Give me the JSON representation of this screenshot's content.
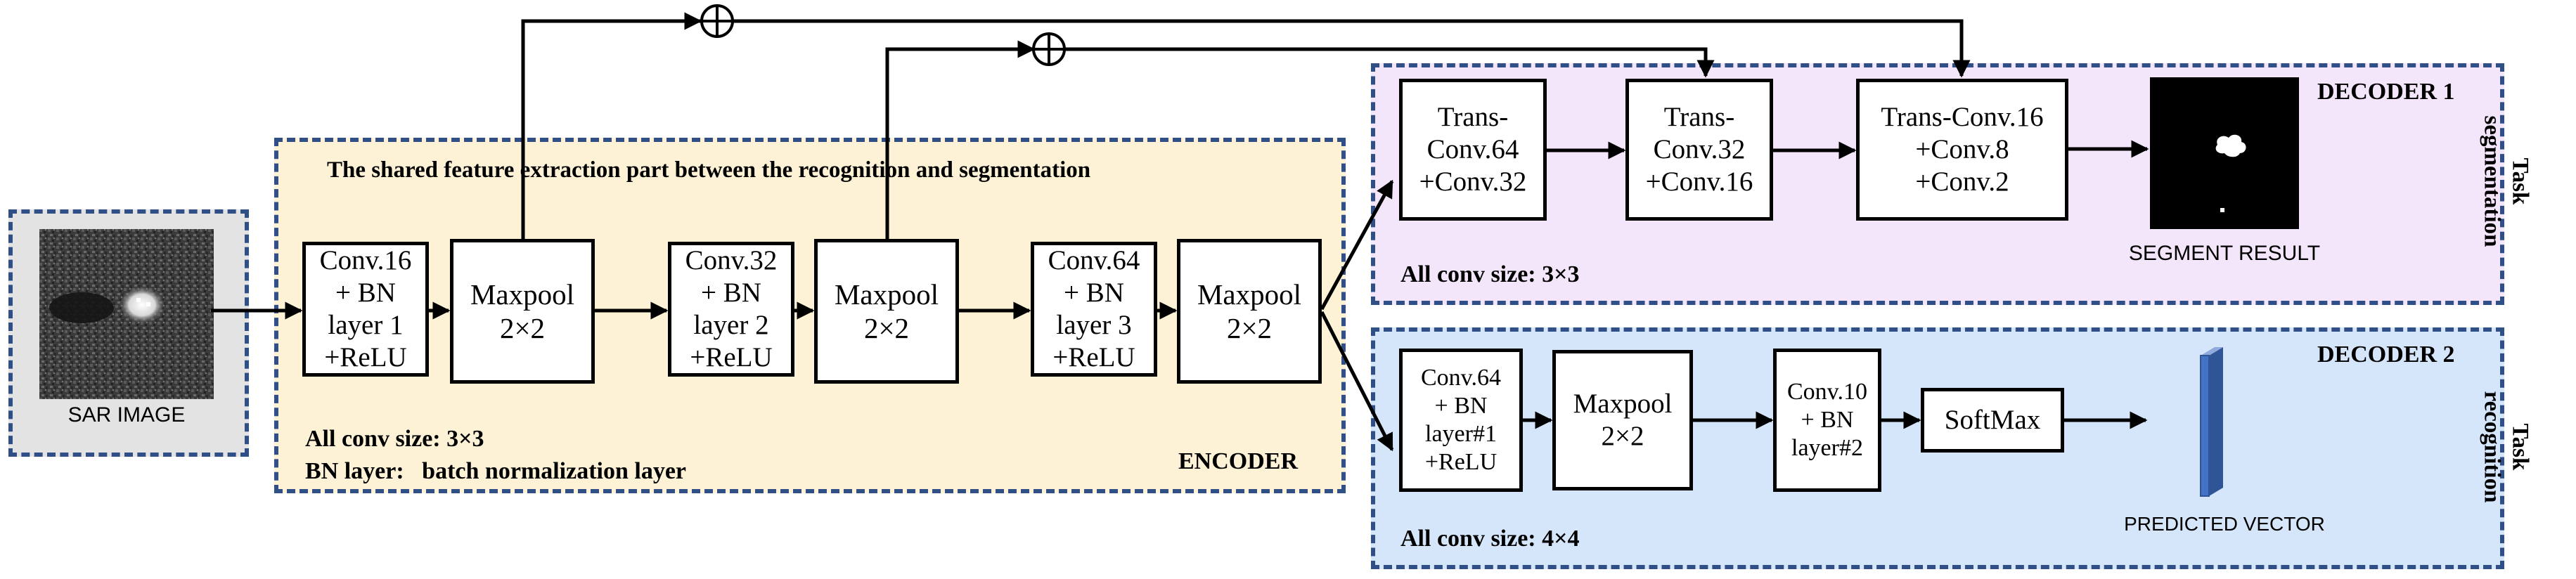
{
  "input": {
    "label": "SAR IMAGE"
  },
  "encoder": {
    "title": "ENCODER",
    "heading": "The shared feature extraction part between the recognition and segmentation",
    "note_conv": "All conv size: 3×3",
    "note_bn": "BN layer:   batch normalization layer",
    "blocks": [
      {
        "lines": [
          "Conv.16",
          "+ BN",
          "layer 1",
          "+ReLU"
        ]
      },
      {
        "lines": [
          "Maxpool",
          "2×2"
        ]
      },
      {
        "lines": [
          "Conv.32",
          "+ BN",
          "layer 2",
          "+ReLU"
        ]
      },
      {
        "lines": [
          "Maxpool",
          "2×2"
        ]
      },
      {
        "lines": [
          "Conv.64",
          "+ BN",
          "layer 3",
          "+ReLU"
        ]
      },
      {
        "lines": [
          "Maxpool",
          "2×2"
        ]
      }
    ]
  },
  "skip_op_symbol": "⊕",
  "decoder1": {
    "title": "DECODER 1",
    "task_line1": "Task",
    "task_line2": "segmentation",
    "note_conv": "All conv size: 3×3",
    "blocks": [
      {
        "lines": [
          "Trans-",
          "Conv.64",
          "+Conv.32"
        ]
      },
      {
        "lines": [
          "Trans-",
          "Conv.32",
          "+Conv.16"
        ]
      },
      {
        "lines": [
          "Trans-Conv.16",
          "+Conv.8",
          "+Conv.2"
        ]
      }
    ],
    "result_label": "SEGMENT RESULT"
  },
  "decoder2": {
    "title": "DECODER 2",
    "task_line1": "Task",
    "task_line2": "recognition",
    "note_conv": "All conv size: 4×4",
    "blocks": [
      {
        "lines": [
          "Conv.64",
          "+ BN",
          "layer#1",
          "+ReLU"
        ]
      },
      {
        "lines": [
          "Maxpool",
          "2×2"
        ]
      },
      {
        "lines": [
          "Conv.10",
          "+ BN",
          "layer#2"
        ]
      },
      {
        "lines": [
          "SoftMax"
        ]
      }
    ],
    "result_label": "PREDICTED VECTOR"
  },
  "colors": {
    "encoder_bg": "#fdf1d6",
    "decoder1_bg": "#f3e6fb",
    "decoder2_bg": "#d6e6fa",
    "input_bg": "#e3e3e3",
    "dash_border": "#2f4f86",
    "vector_fill": "#4472c4"
  }
}
